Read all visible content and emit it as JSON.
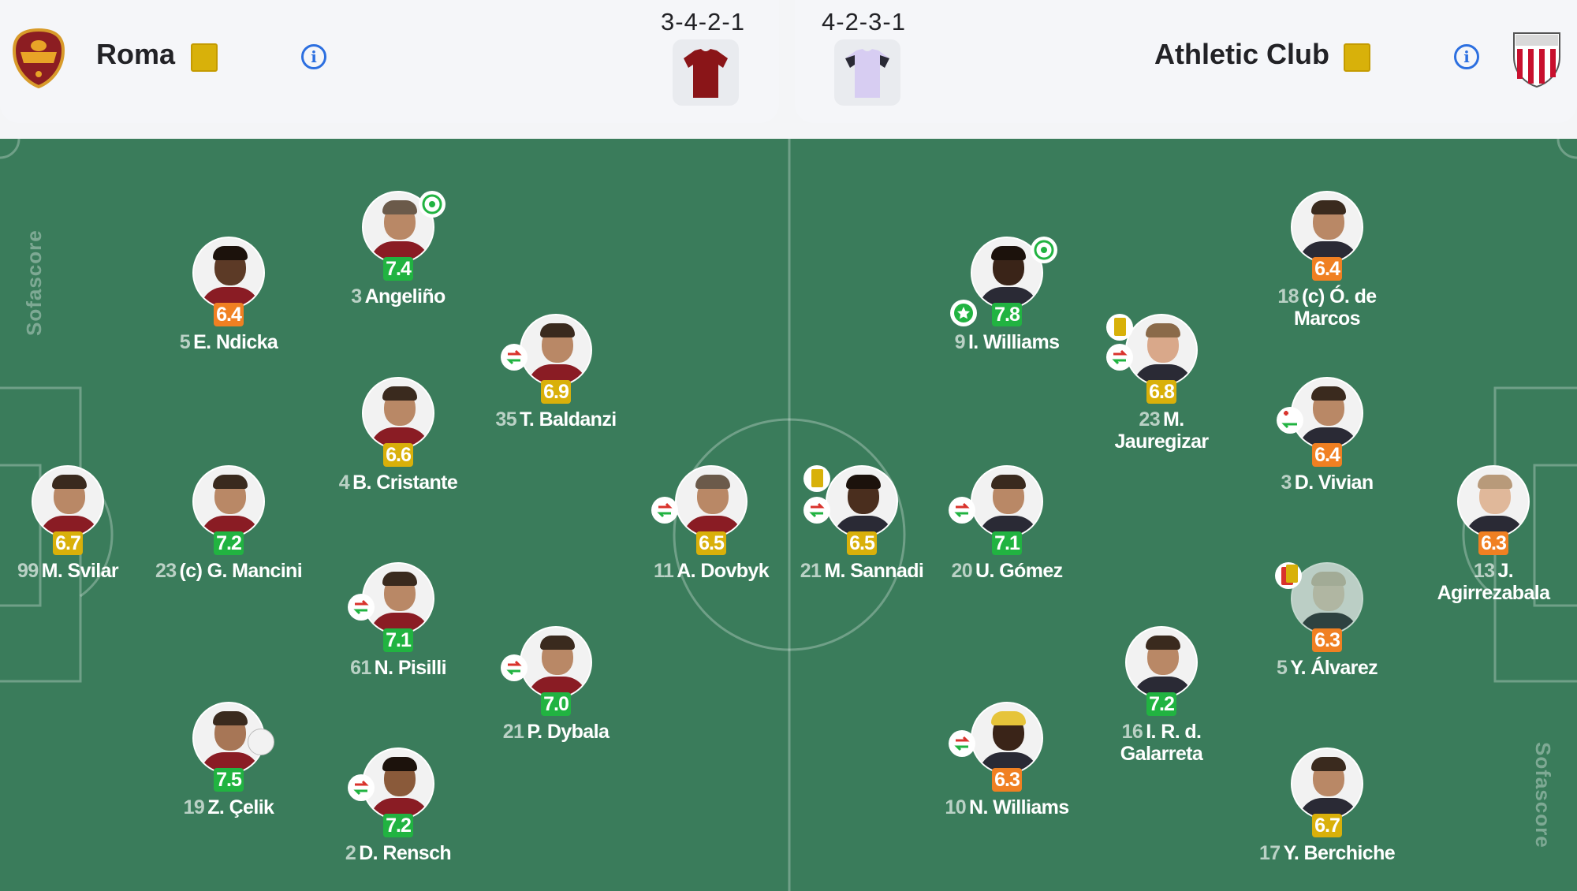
{
  "home": {
    "name": "Roma",
    "formation": "3-4-2-1",
    "kit_color": "#8a1518",
    "card_color": "#d8b10a"
  },
  "away": {
    "name": "Athletic Club",
    "formation": "4-2-3-1",
    "kit_color": "#d7cdf2",
    "card_color": "#d8b10a"
  },
  "watermark": "Sofascore",
  "icons": {
    "info": "info-icon",
    "sub": "substitution-icon",
    "goal": "goal-icon",
    "star": "player-of-the-match-icon",
    "yellow": "yellow-card-icon"
  },
  "rating_colors": {
    "green": "#21b341",
    "yellow": "#d9b00a",
    "orange": "#f08022"
  },
  "players": {
    "svilar": {
      "num": "99",
      "name": "M. Svilar",
      "rating": "6.7"
    },
    "ndicka": {
      "num": "5",
      "name": "E. Ndicka",
      "rating": "6.4"
    },
    "mancini": {
      "num": "23",
      "name": "(c) G. Mancini",
      "rating": "7.2"
    },
    "celik": {
      "num": "19",
      "name": "Z. Çelik",
      "rating": "7.5"
    },
    "angelino": {
      "num": "3",
      "name": "Angeliño",
      "rating": "7.4"
    },
    "cristante": {
      "num": "4",
      "name": "B. Cristante",
      "rating": "6.6"
    },
    "pisilli": {
      "num": "61",
      "name": "N. Pisilli",
      "rating": "7.1"
    },
    "rensch": {
      "num": "2",
      "name": "D. Rensch",
      "rating": "7.2"
    },
    "baldanzi": {
      "num": "35",
      "name": "T. Baldanzi",
      "rating": "6.9"
    },
    "dybala": {
      "num": "21",
      "name": "P. Dybala",
      "rating": "7.0"
    },
    "dovbyk": {
      "num": "11",
      "name": "A. Dovbyk",
      "rating": "6.5"
    },
    "sannadi": {
      "num": "21",
      "name": "M. Sannadi",
      "rating": "6.5"
    },
    "iwilliams": {
      "num": "9",
      "name": "I. Williams",
      "rating": "7.8"
    },
    "gomez": {
      "num": "20",
      "name": "U. Gómez",
      "rating": "7.1"
    },
    "nwilliams": {
      "num": "10",
      "name": "N. Williams",
      "rating": "6.3"
    },
    "jauregizar": {
      "num": "23",
      "name": "M.",
      "name2": "Jauregizar",
      "rating": "6.8"
    },
    "galarreta": {
      "num": "16",
      "name": "I. R. d.",
      "name2": "Galarreta",
      "rating": "7.2"
    },
    "demarcos": {
      "num": "18",
      "name": "(c) Ó. de",
      "name2": "Marcos",
      "rating": "6.4"
    },
    "vivian": {
      "num": "3",
      "name": "D. Vivian",
      "rating": "6.4"
    },
    "alvarez": {
      "num": "5",
      "name": "Y. Álvarez",
      "rating": "6.3"
    },
    "berchiche": {
      "num": "17",
      "name": "Y. Berchiche",
      "rating": "6.7"
    },
    "agirrezabala": {
      "num": "13",
      "name": "J.",
      "name2": "Agirrezabala",
      "rating": "6.3"
    }
  }
}
